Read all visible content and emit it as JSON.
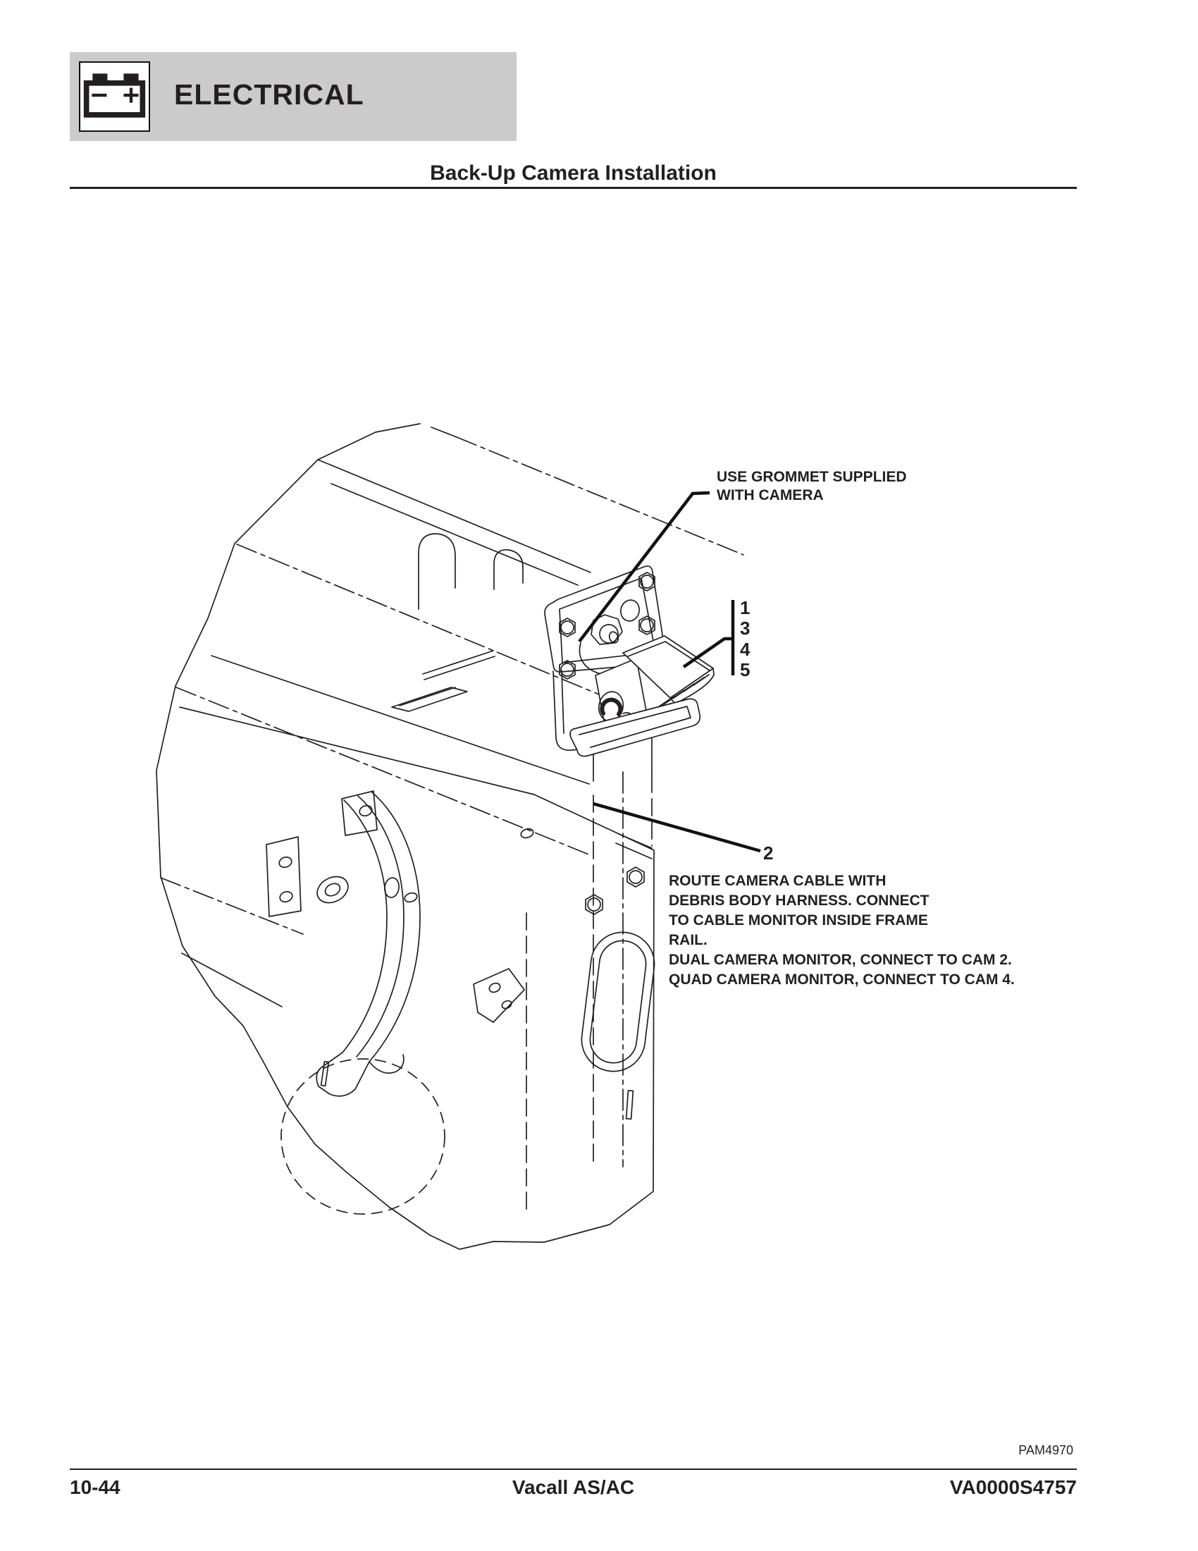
{
  "header": {
    "section_title": "ELECTRICAL",
    "page_title": "Back-Up Camera Installation"
  },
  "icons": {
    "battery_icon": "battery with minus and plus terminals"
  },
  "callouts": {
    "grommet": {
      "line1": "USE GROMMET SUPPLIED",
      "line2": "WITH CAMERA"
    },
    "item_group": {
      "items": [
        "1",
        "3",
        "4",
        "5"
      ]
    },
    "item2": {
      "number": "2",
      "lines": [
        "ROUTE CAMERA CABLE WITH",
        "DEBRIS BODY HARNESS. CONNECT",
        "TO CABLE MONITOR INSIDE FRAME",
        "RAIL.",
        "DUAL CAMERA MONITOR, CONNECT TO CAM 2.",
        "QUAD CAMERA MONITOR, CONNECT TO CAM 4."
      ]
    }
  },
  "figure": {
    "code": "PAM4970"
  },
  "footer": {
    "page_number": "10-44",
    "model": "Vacall AS/AC",
    "doc_number": "VA0000S4757"
  },
  "colors": {
    "banner_bg": "#cbcbcb",
    "line": "#231f20"
  }
}
